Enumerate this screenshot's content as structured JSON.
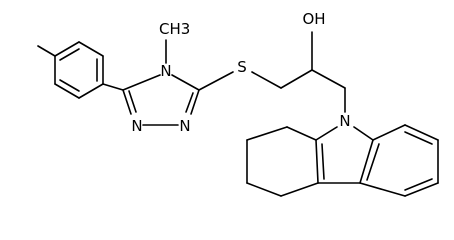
{
  "molecule": {
    "atoms": {
      "methyl_n": "CH3",
      "n4": "N",
      "n1": "N",
      "n2": "N",
      "sulfur": "S",
      "hydroxyl": "OH",
      "n_carbazole": "N"
    }
  },
  "colors": {
    "bond": "#000000",
    "background": "#ffffff"
  }
}
